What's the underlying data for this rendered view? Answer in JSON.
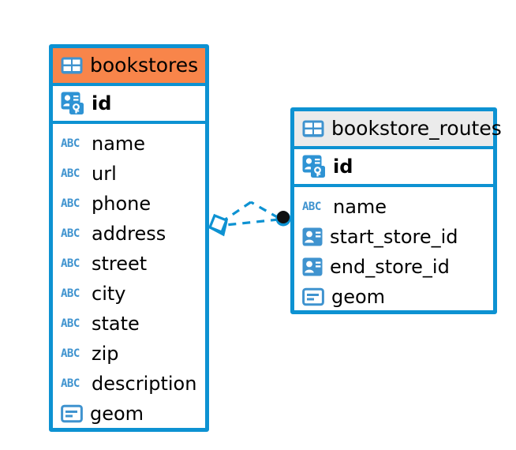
{
  "diagram": {
    "type": "entity-relationship-diagram",
    "background_color": "#ffffff",
    "accent_color": "#0d92d2",
    "highlight_color": "#f8854a",
    "neutral_header_color": "#ebebeb"
  },
  "entities": [
    {
      "name": "bookstores",
      "header_style": "accent-orange",
      "primary_key": {
        "label": "id",
        "icon": "primary-key-icon"
      },
      "fields": [
        {
          "label": "name",
          "icon": "text-field-icon"
        },
        {
          "label": "url",
          "icon": "text-field-icon"
        },
        {
          "label": "phone",
          "icon": "text-field-icon"
        },
        {
          "label": "address",
          "icon": "text-field-icon"
        },
        {
          "label": "street",
          "icon": "text-field-icon"
        },
        {
          "label": "city",
          "icon": "text-field-icon"
        },
        {
          "label": "state",
          "icon": "text-field-icon"
        },
        {
          "label": "zip",
          "icon": "text-field-icon"
        },
        {
          "label": "description",
          "icon": "text-field-icon"
        },
        {
          "label": "geom",
          "icon": "geometry-field-icon"
        }
      ]
    },
    {
      "name": "bookstore_routes",
      "header_style": "accent-gray",
      "primary_key": {
        "label": "id",
        "icon": "primary-key-icon"
      },
      "fields": [
        {
          "label": "name",
          "icon": "text-field-icon"
        },
        {
          "label": "start_store_id",
          "icon": "foreign-key-icon"
        },
        {
          "label": "end_store_id",
          "icon": "foreign-key-icon"
        },
        {
          "label": "geom",
          "icon": "geometry-field-icon"
        }
      ]
    }
  ],
  "relationship": {
    "from_entity": "bookstores",
    "to_entity": "bookstore_routes",
    "from_marker": "open-diamond-marker",
    "to_marker": "filled-circle-marker",
    "line_style": "dashed",
    "notation": "crows-foot"
  },
  "icon_labels": {
    "text_field": "ABC",
    "table": "table-icon"
  }
}
